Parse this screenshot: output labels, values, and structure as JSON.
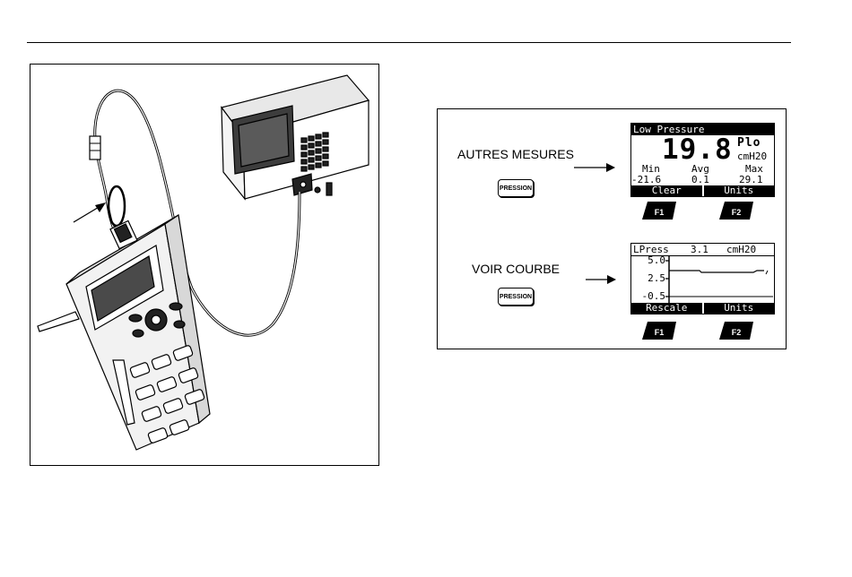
{
  "autres_mesures": {
    "label": "AUTRES MESURES",
    "button_label": "PRESSION",
    "lcd": {
      "title": "Low Pressure",
      "value": "19.8",
      "unit_top": "Plo",
      "unit_bottom": "cmH20",
      "stats_headers": [
        "Min",
        "Avg",
        "Max"
      ],
      "stats_values": [
        "-21.6",
        "0.1",
        "29.1"
      ],
      "softkeys": [
        "Clear",
        "Units"
      ]
    },
    "fkeys": [
      "F1",
      "F2"
    ]
  },
  "voir_courbe": {
    "label": "VOIR COURBE",
    "button_label": "PRESSION",
    "lcd": {
      "title_left": "LPress",
      "title_value": "3.1",
      "title_unit": "cmH20",
      "y_ticks": [
        "5.0",
        "2.5",
        "-0.5"
      ],
      "softkeys": [
        "Rescale",
        "Units"
      ]
    },
    "fkeys": [
      "F1",
      "F2"
    ]
  },
  "illustration": {
    "description_icons": [
      "handheld-meter-icon",
      "monitor-device-icon",
      "tube-icon"
    ]
  },
  "colors": {
    "ink": "#000000",
    "screen": "#4a4a4a",
    "paper": "#ffffff"
  }
}
